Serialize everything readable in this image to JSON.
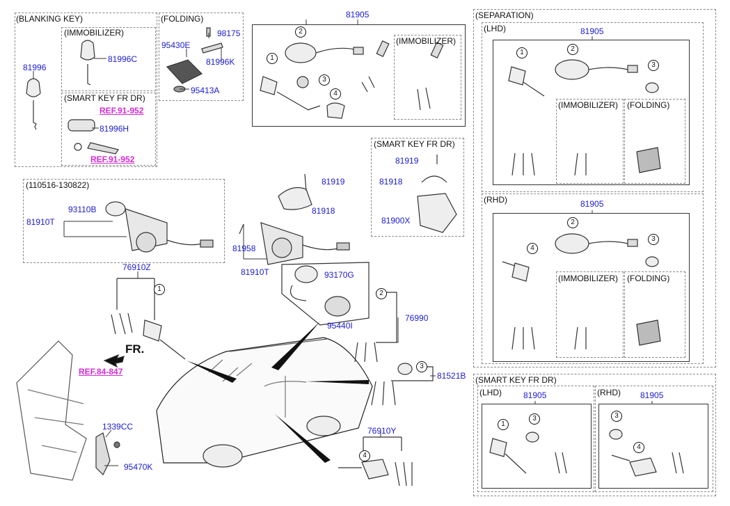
{
  "sections": {
    "blanking_key": "(BLANKING KEY)",
    "immobilizer": "(IMMOBILIZER)",
    "smart_key_fr_dr": "(SMART KEY FR DR)",
    "folding": "(FOLDING)",
    "date_range": "(110516-130822)",
    "separation": "(SEPARATION)",
    "lhd": "(LHD)",
    "rhd": "(RHD)",
    "smart_key_fr_dr_2": "(SMART KEY FR DR)",
    "smart_key_fr_dr_3": "(SMART KEY FR DR)"
  },
  "parts": {
    "p81996": "81996",
    "p81996C": "81996C",
    "p81996H": "81996H",
    "p95430E": "95430E",
    "p98175": "98175",
    "p81996K": "81996K",
    "p95413A": "95413A",
    "p81905": "81905",
    "p81910T": "81910T",
    "p93110B": "93110B",
    "p81919": "81919",
    "p81918": "81918",
    "p81958": "81958",
    "p81900X": "81900X",
    "p76910Z": "76910Z",
    "p93170G": "93170G",
    "p95440I": "95440I",
    "p76990": "76990",
    "p81521B": "81521B",
    "p1339CC": "1339CC",
    "p95470K": "95470K",
    "p76910Y": "76910Y"
  },
  "refs": {
    "r1": "REF.91-952",
    "r2": "REF.91-952",
    "r3": "REF.84-847"
  },
  "callouts": {
    "c1": "1",
    "c2": "2",
    "c3": "3",
    "c4": "4"
  },
  "fr_label": "FR.",
  "colors": {
    "part_number": "#1a1ad6",
    "reference": "#d62ad6",
    "line": "#333333"
  }
}
